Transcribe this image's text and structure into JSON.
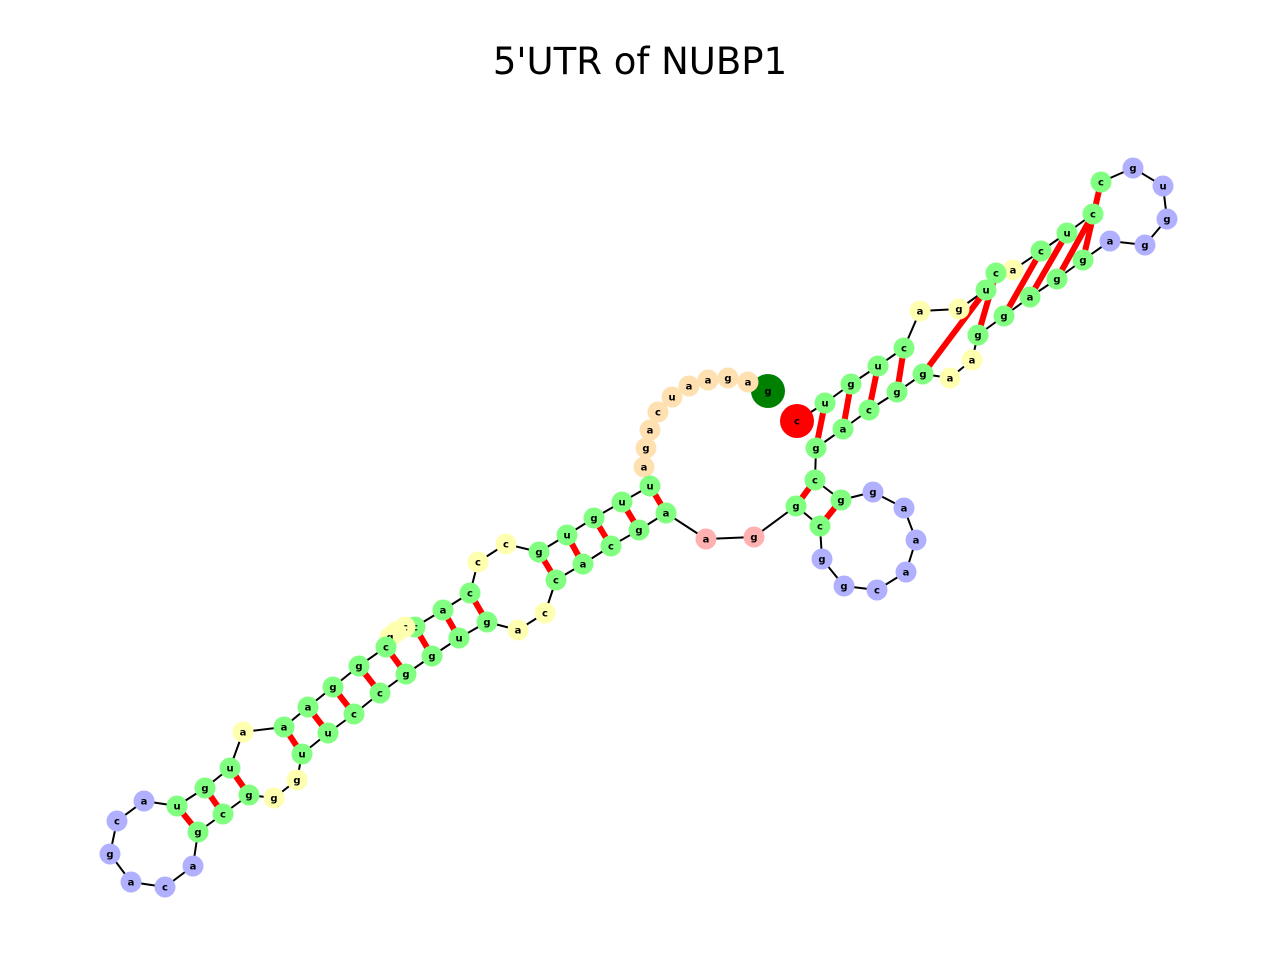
{
  "title": "5'UTR of NUBP1",
  "colors": {
    "stem": "#80ff80",
    "interior_loop": "#ffffb0",
    "hairpin_loop": "#b0b0ff",
    "multi_loop": "#ffb0b0",
    "five_prime_unpaired": "#ffe0b0",
    "start_marker": "#008000",
    "end_marker": "#ff0000",
    "backbone": "#000000",
    "base_pair": "#ff0000"
  },
  "diagram": {
    "type": "rna_secondary_structure",
    "nucleotides": [
      {
        "id": 0,
        "base": "g",
        "type": "start"
      },
      {
        "id": 1,
        "base": "a",
        "type": "five_prime_unpaired"
      },
      {
        "id": 2,
        "base": "g",
        "type": "five_prime_unpaired"
      },
      {
        "id": 3,
        "base": "a",
        "type": "five_prime_unpaired"
      },
      {
        "id": 4,
        "base": "a",
        "type": "five_prime_unpaired"
      },
      {
        "id": 5,
        "base": "u",
        "type": "five_prime_unpaired"
      },
      {
        "id": 6,
        "base": "c",
        "type": "five_prime_unpaired"
      },
      {
        "id": 7,
        "base": "a",
        "type": "five_prime_unpaired"
      },
      {
        "id": 8,
        "base": "g",
        "type": "five_prime_unpaired"
      },
      {
        "id": 9,
        "base": "a",
        "type": "five_prime_unpaired"
      },
      {
        "id": 10,
        "base": "u",
        "type": "stem"
      },
      {
        "id": 11,
        "base": "u",
        "type": "stem"
      },
      {
        "id": 12,
        "base": "g",
        "type": "stem"
      },
      {
        "id": 13,
        "base": "u",
        "type": "stem"
      },
      {
        "id": 14,
        "base": "g",
        "type": "stem"
      },
      {
        "id": 15,
        "base": "c",
        "type": "interior_loop"
      },
      {
        "id": 16,
        "base": "c",
        "type": "interior_loop"
      },
      {
        "id": 17,
        "base": "c",
        "type": "stem"
      },
      {
        "id": 18,
        "base": "a",
        "type": "stem"
      },
      {
        "id": 19,
        "base": "c",
        "type": "stem"
      },
      {
        "id": 20,
        "base": "c",
        "type": "interior_loop"
      },
      {
        "id": 21,
        "base": "a",
        "type": "interior_loop"
      },
      {
        "id": 22,
        "base": "g",
        "type": "interior_loop"
      },
      {
        "id": 23,
        "base": "c",
        "type": "stem"
      },
      {
        "id": 24,
        "base": "g",
        "type": "stem"
      },
      {
        "id": 25,
        "base": "g",
        "type": "stem"
      },
      {
        "id": 26,
        "base": "a",
        "type": "stem"
      },
      {
        "id": 27,
        "base": "a",
        "type": "stem"
      },
      {
        "id": 28,
        "base": "a",
        "type": "interior_loop"
      },
      {
        "id": 29,
        "base": "u",
        "type": "stem"
      },
      {
        "id": 30,
        "base": "g",
        "type": "stem"
      },
      {
        "id": 31,
        "base": "u",
        "type": "stem"
      },
      {
        "id": 32,
        "base": "a",
        "type": "hairpin_loop"
      },
      {
        "id": 33,
        "base": "c",
        "type": "hairpin_loop"
      },
      {
        "id": 34,
        "base": "g",
        "type": "hairpin_loop"
      },
      {
        "id": 35,
        "base": "a",
        "type": "hairpin_loop"
      },
      {
        "id": 36,
        "base": "c",
        "type": "hairpin_loop"
      },
      {
        "id": 37,
        "base": "a",
        "type": "hairpin_loop"
      },
      {
        "id": 38,
        "base": "g",
        "type": "stem"
      },
      {
        "id": 39,
        "base": "c",
        "type": "stem"
      },
      {
        "id": 40,
        "base": "g",
        "type": "stem"
      },
      {
        "id": 41,
        "base": "g",
        "type": "interior_loop"
      },
      {
        "id": 42,
        "base": "g",
        "type": "interior_loop"
      },
      {
        "id": 43,
        "base": "u",
        "type": "stem"
      },
      {
        "id": 44,
        "base": "u",
        "type": "stem"
      },
      {
        "id": 45,
        "base": "c",
        "type": "stem"
      },
      {
        "id": 46,
        "base": "c",
        "type": "stem"
      },
      {
        "id": 47,
        "base": "g",
        "type": "stem"
      },
      {
        "id": 48,
        "base": "g",
        "type": "stem"
      },
      {
        "id": 49,
        "base": "u",
        "type": "stem"
      },
      {
        "id": 50,
        "base": "g",
        "type": "stem"
      },
      {
        "id": 51,
        "base": "a",
        "type": "interior_loop"
      },
      {
        "id": 52,
        "base": "c",
        "type": "interior_loop"
      },
      {
        "id": 53,
        "base": "c",
        "type": "stem"
      },
      {
        "id": 54,
        "base": "a",
        "type": "stem"
      },
      {
        "id": 55,
        "base": "c",
        "type": "stem"
      },
      {
        "id": 56,
        "base": "g",
        "type": "stem"
      },
      {
        "id": 57,
        "base": "a",
        "type": "stem"
      },
      {
        "id": 58,
        "base": "a",
        "type": "multi_loop"
      },
      {
        "id": 59,
        "base": "g",
        "type": "multi_loop"
      },
      {
        "id": 60,
        "base": "g",
        "type": "stem"
      },
      {
        "id": 61,
        "base": "c",
        "type": "stem"
      },
      {
        "id": 62,
        "base": "g",
        "type": "hairpin_loop"
      },
      {
        "id": 63,
        "base": "g",
        "type": "hairpin_loop"
      },
      {
        "id": 64,
        "base": "c",
        "type": "hairpin_loop"
      },
      {
        "id": 65,
        "base": "a",
        "type": "hairpin_loop"
      },
      {
        "id": 66,
        "base": "a",
        "type": "hairpin_loop"
      },
      {
        "id": 67,
        "base": "a",
        "type": "hairpin_loop"
      },
      {
        "id": 68,
        "base": "g",
        "type": "hairpin_loop"
      },
      {
        "id": 69,
        "base": "g",
        "type": "stem"
      },
      {
        "id": 70,
        "base": "c",
        "type": "stem"
      },
      {
        "id": 71,
        "base": "g",
        "type": "stem"
      },
      {
        "id": 72,
        "base": "a",
        "type": "stem"
      },
      {
        "id": 73,
        "base": "c",
        "type": "stem"
      },
      {
        "id": 74,
        "base": "g",
        "type": "stem"
      },
      {
        "id": 75,
        "base": "g",
        "type": "stem"
      },
      {
        "id": 76,
        "base": "a",
        "type": "interior_loop"
      },
      {
        "id": 77,
        "base": "a",
        "type": "interior_loop"
      },
      {
        "id": 78,
        "base": "g",
        "type": "stem"
      },
      {
        "id": 79,
        "base": "g",
        "type": "stem"
      },
      {
        "id": 80,
        "base": "a",
        "type": "stem"
      },
      {
        "id": 81,
        "base": "g",
        "type": "stem"
      },
      {
        "id": 82,
        "base": "g",
        "type": "stem"
      },
      {
        "id": 83,
        "base": "a",
        "type": "hairpin_loop"
      },
      {
        "id": 84,
        "base": "g",
        "type": "hairpin_loop"
      },
      {
        "id": 85,
        "base": "g",
        "type": "hairpin_loop"
      },
      {
        "id": 86,
        "base": "u",
        "type": "hairpin_loop"
      },
      {
        "id": 87,
        "base": "g",
        "type": "hairpin_loop"
      },
      {
        "id": 88,
        "base": "c",
        "type": "stem"
      },
      {
        "id": 89,
        "base": "c",
        "type": "stem"
      },
      {
        "id": 90,
        "base": "u",
        "type": "stem"
      },
      {
        "id": 91,
        "base": "c",
        "type": "stem"
      },
      {
        "id": 92,
        "base": "a",
        "type": "interior_loop"
      },
      {
        "id": 93,
        "base": "c",
        "type": "stem"
      },
      {
        "id": 94,
        "base": "u",
        "type": "stem"
      },
      {
        "id": 95,
        "base": "g",
        "type": "interior_loop"
      },
      {
        "id": 96,
        "base": "a",
        "type": "interior_loop"
      },
      {
        "id": 97,
        "base": "c",
        "type": "stem"
      },
      {
        "id": 98,
        "base": "u",
        "type": "stem"
      },
      {
        "id": 99,
        "base": "g",
        "type": "stem"
      },
      {
        "id": 100,
        "base": "u",
        "type": "stem"
      },
      {
        "id": 101,
        "base": "c",
        "type": "end"
      }
    ],
    "base_pairs": [
      [
        10,
        57
      ],
      [
        11,
        56
      ],
      [
        12,
        55
      ],
      [
        13,
        54
      ],
      [
        14,
        53
      ],
      [
        17,
        50
      ],
      [
        18,
        49
      ],
      [
        19,
        48
      ],
      [
        23,
        47
      ],
      [
        24,
        46
      ],
      [
        25,
        45
      ],
      [
        26,
        44
      ],
      [
        27,
        43
      ],
      [
        29,
        40
      ],
      [
        30,
        39
      ],
      [
        31,
        38
      ],
      [
        60,
        70
      ],
      [
        61,
        69
      ],
      [
        71,
        100
      ],
      [
        72,
        99
      ],
      [
        73,
        98
      ],
      [
        74,
        97
      ],
      [
        75,
        94
      ],
      [
        78,
        93
      ],
      [
        79,
        91
      ],
      [
        80,
        90
      ],
      [
        81,
        89
      ],
      [
        82,
        88
      ]
    ]
  }
}
